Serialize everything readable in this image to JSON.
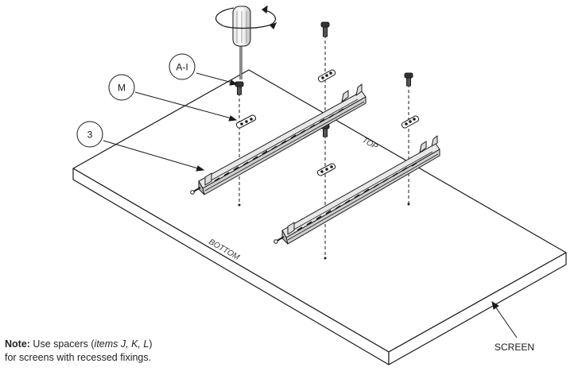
{
  "callouts": {
    "a_i": "A-I",
    "m": "M",
    "three": "3"
  },
  "panel_labels": {
    "top": "TOP",
    "bottom": "BOTTOM",
    "screen": "SCREEN"
  },
  "note": {
    "prefix": "Note:",
    "text_1": " Use spacers (",
    "items": "items J, K, L",
    "text_2": ")",
    "line2": "for screens with recessed fixings."
  },
  "colors": {
    "line": "#1a1a1a",
    "panel_fill": "#ffffff",
    "metal": "#d9d9d9"
  }
}
